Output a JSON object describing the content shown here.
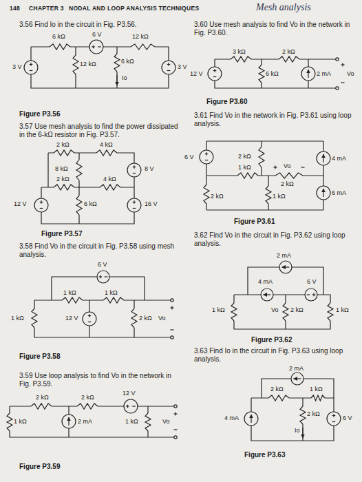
{
  "diagram": {
    "labels": [
      "148",
      "CHAPTER 3",
      "NODAL AND LOOP ANALYSIS TECHNIQUES",
      "Mesh analysis",
      "3.56 Find Io in the circuit in Fig. P3.56.",
      "6 kΩ",
      "6 V",
      "12 kΩ",
      "3 V",
      "12 kΩ",
      "6 kΩ",
      "Io",
      "3 V",
      "Figure P3.56",
      "3.57 Use mesh analysis to find the power dissipated in the 6-kΩ resistor in Fig. P3.57.",
      "2 kΩ",
      "4 kΩ",
      "8 kΩ",
      "8 V",
      "2 kΩ",
      "4 kΩ",
      "12 V",
      "6 kΩ",
      "16 V",
      "Figure P3.57",
      "3.58 Find Vo in the circuit in Fig. P3.58 using mesh analysis.",
      "6 V",
      "1 kΩ",
      "1 kΩ",
      "1 kΩ",
      "12 V",
      "2 kΩ",
      "Vo",
      "Figure P3.58",
      "3.59 Use loop analysis to find Vo in the network in Fig. P3.59.",
      "2 kΩ",
      "2 kΩ",
      "12 V",
      "1 kΩ",
      "2 mA",
      "1 kΩ",
      "Vo",
      "Figure P3.59",
      "3.60 Use mesh analysis to find Vo in the network in Fig. P3.60.",
      "3 kΩ",
      "2 kΩ",
      "12 V",
      "6 kΩ",
      "2 mA",
      "Vo",
      "Figure P3.60",
      "3.61 Find Vo in the network in Fig. P3.61 using loop analysis.",
      "6 V",
      "2 kΩ",
      "4 mA",
      "1 kΩ",
      "Vo",
      "2 kΩ",
      "2 kΩ",
      "1 kΩ",
      "6 mA",
      "Figure P3.61",
      "3.62 Find Vo in the circuit in Fig. P3.62 using loop analysis.",
      "2 mA",
      "4 mA",
      "6 V",
      "1 kΩ",
      "Vo",
      "2 kΩ",
      "1 kΩ",
      "Figure P3.62",
      "3.63 Find Io in the circuit in Fig. P3.63 using loop analysis.",
      "2 mA",
      "2 kΩ",
      "1 kΩ",
      "4 mA",
      "2 kΩ",
      "6 V",
      "Io",
      "Figure P3.63"
    ]
  }
}
